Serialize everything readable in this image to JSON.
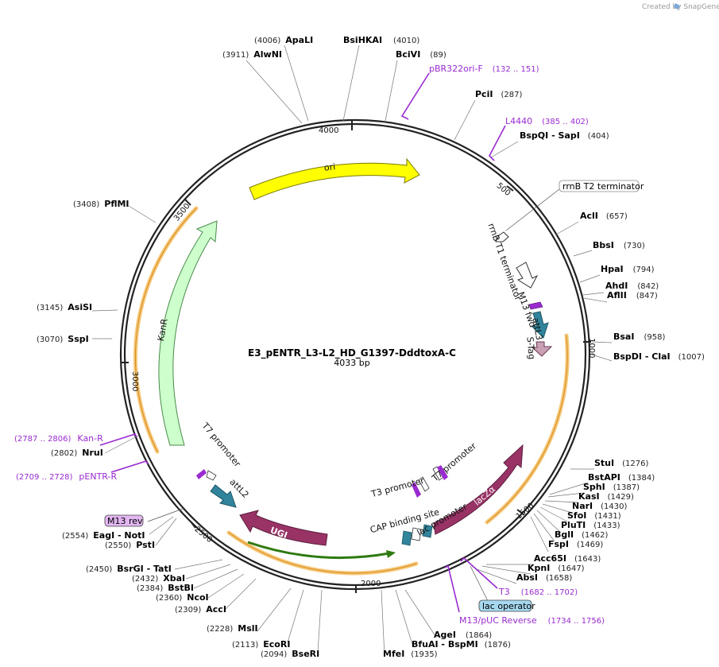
{
  "credit": "Created by SnapGene",
  "plasmid": {
    "name": "E3_pENTR_L3-L2_HD_G1397-DddtoxA-C",
    "length": "4033 bp"
  },
  "ticks": [
    "4000",
    "500",
    "1000",
    "1500",
    "2000",
    "2500",
    "3000",
    "3500"
  ],
  "enzymes": [
    {
      "pos": "(4006)",
      "name": "ApaLI",
      "pos2": ""
    },
    {
      "pos": "",
      "name": "BsiHKAI",
      "pos2": "(4010)"
    },
    {
      "pos": "(3911)",
      "name": "AlwNI",
      "pos2": ""
    },
    {
      "pos": "",
      "name": "BciVI",
      "pos2": "(89)"
    },
    {
      "pos": "",
      "name": "PciI",
      "pos2": "(287)"
    },
    {
      "pos": "",
      "name": "BspQI - SapI",
      "pos2": "(404)"
    },
    {
      "pos": "",
      "name": "AclI",
      "pos2": "(657)"
    },
    {
      "pos": "",
      "name": "BbsI",
      "pos2": "(730)"
    },
    {
      "pos": "",
      "name": "HpaI",
      "pos2": "(794)"
    },
    {
      "pos": "",
      "name": "AhdI",
      "pos2": "(842)"
    },
    {
      "pos": "",
      "name": "AflII",
      "pos2": "(847)"
    },
    {
      "pos": "",
      "name": "BsaI",
      "pos2": "(958)"
    },
    {
      "pos": "",
      "name": "BspDI - ClaI",
      "pos2": "(1007)"
    },
    {
      "pos": "",
      "name": "StuI",
      "pos2": "(1276)"
    },
    {
      "pos": "",
      "name": "BstAPI",
      "pos2": "(1384)"
    },
    {
      "pos": "",
      "name": "SphI",
      "pos2": "(1387)"
    },
    {
      "pos": "",
      "name": "KasI",
      "pos2": "(1429)"
    },
    {
      "pos": "",
      "name": "NarI",
      "pos2": "(1430)"
    },
    {
      "pos": "",
      "name": "SfoI",
      "pos2": "(1431)"
    },
    {
      "pos": "",
      "name": "PluTI",
      "pos2": "(1433)"
    },
    {
      "pos": "",
      "name": "BglI",
      "pos2": "(1462)"
    },
    {
      "pos": "",
      "name": "FspI",
      "pos2": "(1469)"
    },
    {
      "pos": "",
      "name": "Acc65I",
      "pos2": "(1643)"
    },
    {
      "pos": "",
      "name": "KpnI",
      "pos2": "(1647)"
    },
    {
      "pos": "",
      "name": "AbsI",
      "pos2": "(1658)"
    },
    {
      "pos": "",
      "name": "AgeI",
      "pos2": "(1864)"
    },
    {
      "pos": "",
      "name": "BfuAI - BspMI",
      "pos2": "(1876)"
    },
    {
      "pos": "",
      "name": "MfeI",
      "pos2": "(1935)"
    },
    {
      "pos": "(2094)",
      "name": "BseRI",
      "pos2": ""
    },
    {
      "pos": "(2113)",
      "name": "EcoRI",
      "pos2": ""
    },
    {
      "pos": "(2228)",
      "name": "MslI",
      "pos2": ""
    },
    {
      "pos": "(2309)",
      "name": "AccI",
      "pos2": ""
    },
    {
      "pos": "(2360)",
      "name": "NcoI",
      "pos2": ""
    },
    {
      "pos": "(2384)",
      "name": "BstBI",
      "pos2": ""
    },
    {
      "pos": "(2432)",
      "name": "XbaI",
      "pos2": ""
    },
    {
      "pos": "(2450)",
      "name": "BsrGI - TatI",
      "pos2": ""
    },
    {
      "pos": "(2550)",
      "name": "PstI",
      "pos2": ""
    },
    {
      "pos": "(2554)",
      "name": "EagI - NotI",
      "pos2": ""
    },
    {
      "pos": "(2802)",
      "name": "NruI",
      "pos2": ""
    },
    {
      "pos": "(3070)",
      "name": "SspI",
      "pos2": ""
    },
    {
      "pos": "(3145)",
      "name": "AsiSI",
      "pos2": ""
    },
    {
      "pos": "(3408)",
      "name": "PflMI",
      "pos2": ""
    }
  ],
  "primers": [
    {
      "name": "pBR322ori-F",
      "range": "(132 .. 151)"
    },
    {
      "name": "L4440",
      "range": "(385 .. 402)"
    },
    {
      "name": "T3",
      "range": "(1682 .. 1702)"
    },
    {
      "name": "M13/pUC Reverse",
      "range": "(1734 .. 1756)"
    },
    {
      "name": "pENTR-R",
      "range": "(2709 .. 2728)"
    },
    {
      "name": "Kan-R",
      "range": "(2787 .. 2806)"
    }
  ],
  "boxed_labels": {
    "rrnB_T2": "rrnB T2 terminator",
    "lac_operator": "lac operator",
    "m13_rev": "M13 rev"
  },
  "features": {
    "ori": "ori",
    "kanr": "KanR",
    "lacz": "lacZα",
    "ugi": "UGI",
    "rrnB_T1": "rrnB T1 terminator",
    "m13fwd": "M13 fwd",
    "attL3": "attL3",
    "stag": "S-Tag",
    "t7prom_left": "T7 promoter",
    "attL2": "attL2",
    "t3prom": "T3 promoter",
    "t7prom_right": "T7 promoter",
    "cap": "CAP binding site",
    "lacprom": "lac promoter"
  },
  "colors": {
    "ori": "#ffff00",
    "kanr": "#ccffcc",
    "lacz": "#993366",
    "ugi": "#993366",
    "attL": "#31849b",
    "stag": "#c9a0b4",
    "primer": "#9a2bd1",
    "highlight": "#f7c87a",
    "lac_operator": "#a6d8f0",
    "m13_rev": "#e2b6f0"
  }
}
